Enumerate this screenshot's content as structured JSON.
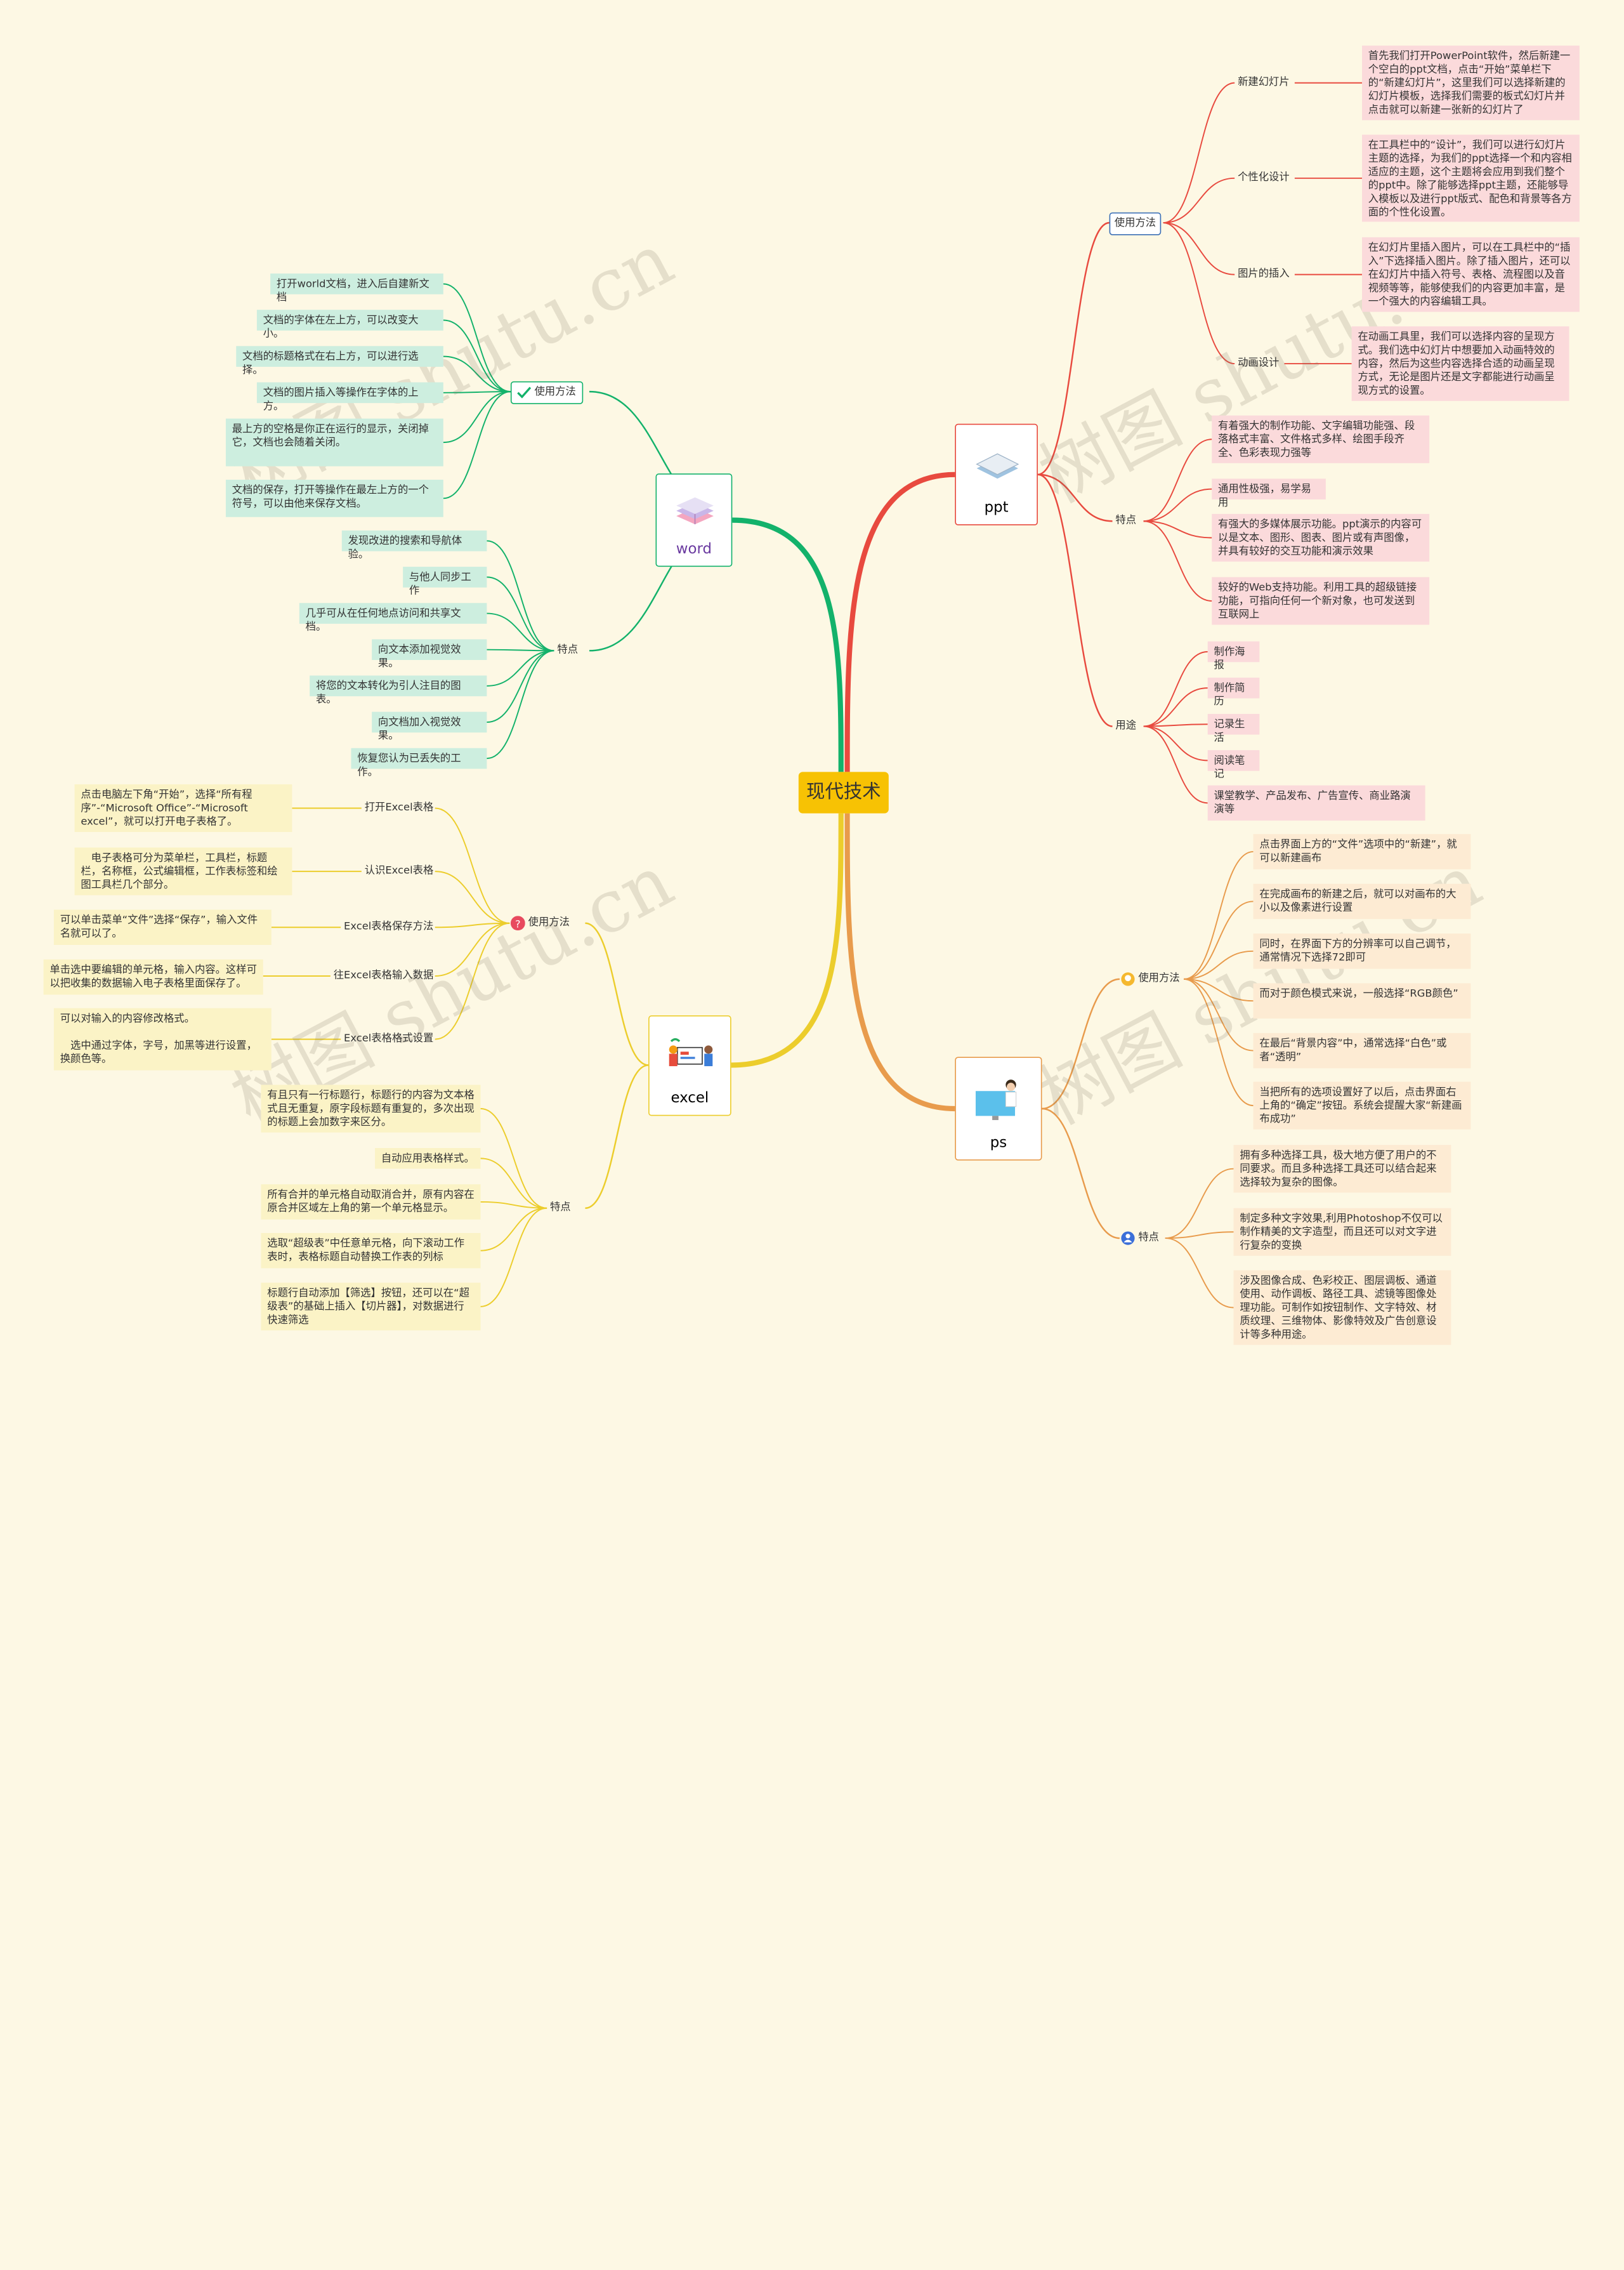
{
  "root": "现代技术",
  "watermark": "树图 shutu.cn",
  "colors": {
    "word": "#13b26b",
    "ppt": "#e84a3f",
    "excel": "#eccd2c",
    "ps": "#e89b4c",
    "root": "#f7c204",
    "bg": "#fdf8e4"
  },
  "word": {
    "label": "word",
    "usage_label": "使用方法",
    "usage": [
      "打开world文档，进入后自建新文档",
      "文档的字体在左上方，可以改变大小。",
      "文档的标题格式在右上方，可以进行选择。",
      "文档的图片插入等操作在字体的上方。",
      "最上方的空格是你正在运行的显示，关闭掉它，文档也会随着关闭。",
      "文档的保存，打开等操作在最左上方的一个符号，可以由他来保存文档。"
    ],
    "feature_label": "特点",
    "features": [
      "发现改进的搜索和导航体验。",
      "与他人同步工作",
      "几乎可从在任何地点访问和共享文档。",
      "向文本添加视觉效果。",
      "将您的文本转化为引人注目的图表。",
      "向文档加入视觉效果。",
      "恢复您认为已丢失的工作。"
    ]
  },
  "excel": {
    "label": "excel",
    "usage_label": "使用方法",
    "usage": [
      {
        "name": "打开Excel表格",
        "desc": "点击电脑左下角“开始”，选择“所有程序”-“Microsoft Office”-“Microsoft excel”，就可以打开电子表格了。"
      },
      {
        "name": "认识Excel表格",
        "desc": "　电子表格可分为菜单栏，工具栏，标题栏，名称框，公式编辑框，工作表标签和绘图工具栏几个部分。"
      },
      {
        "name": "Excel表格保存方法",
        "desc": "可以单击菜单“文件”选择“保存”，输入文件名就可以了。"
      },
      {
        "name": "往Excel表格输入数据",
        "desc": "单击选中要编辑的单元格，输入内容。这样可以把收集的数据输入电子表格里面保存了。"
      },
      {
        "name": "Excel表格格式设置",
        "desc": "可以对输入的内容修改格式。\n\n　选中通过字体，字号，加黑等进行设置，换颜色等。"
      }
    ],
    "feature_label": "特点",
    "features": [
      "有且只有一行标题行，标题行的内容为文本格式且无重复，原字段标题有重复的，多次出现的标题上会加数字来区分。",
      "自动应用表格样式。",
      "所有合并的单元格自动取消合并，原有内容在原合并区域左上角的第一个单元格显示。",
      "选取“超级表”中任意单元格，向下滚动工作表时，表格标题自动替换工作表的列标",
      "标题行自动添加【筛选】按钮，还可以在“超级表”的基础上插入【切片器】，对数据进行快速筛选"
    ]
  },
  "ppt": {
    "label": "ppt",
    "usage_label": "使用方法",
    "usage": [
      {
        "name": "新建幻灯片",
        "desc": "首先我们打开PowerPoint软件，然后新建一个空白的ppt文档，点击“开始”菜单栏下的“新建幻灯片”，这里我们可以选择新建的幻灯片模板，选择我们需要的板式幻灯片并点击就可以新建一张新的幻灯片了"
      },
      {
        "name": "个性化设计",
        "desc": "在工具栏中的“设计”，我们可以进行幻灯片主题的选择，为我们的ppt选择一个和内容相适应的主题，这个主题将会应用到我们整个的ppt中。除了能够选择ppt主题，还能够导入模板以及进行ppt版式、配色和背景等各方面的个性化设置。"
      },
      {
        "name": "图片的插入",
        "desc": "在幻灯片里插入图片，可以在工具栏中的“插入”下选择插入图片。除了插入图片，还可以在幻灯片中插入符号、表格、流程图以及音视频等等，能够使我们的内容更加丰富，是一个强大的内容编辑工具。"
      },
      {
        "name": "动画设计",
        "desc": "在动画工具里，我们可以选择内容的呈现方式。我们选中幻灯片中想要加入动画特效的内容，然后为这些内容选择合适的动画呈现方式，无论是图片还是文字都能进行动画呈现方式的设置。"
      }
    ],
    "feature_label": "特点",
    "features": [
      "有着强大的制作功能、文字编辑功能强、段落格式丰富、文件格式多样、绘图手段齐全、色彩表现力强等",
      "通用性极强，易学易用",
      "有强大的多媒体展示功能。ppt演示的内容可以是文本、图形、图表、图片或有声图像，并具有较好的交互功能和演示效果",
      "较好的Web支持功能。利用工具的超级链接功能，可指向任何一个新对象，也可发送到互联网上"
    ],
    "use_label": "用途",
    "uses": [
      "制作海报",
      "制作简历",
      "记录生活",
      "阅读笔记",
      "课堂教学、产品发布、广告宣传、商业路演演等"
    ]
  },
  "ps": {
    "label": "ps",
    "usage_label": "使用方法",
    "usage": [
      "点击界面上方的“文件”选项中的“新建”，就可以新建画布",
      "在完成画布的新建之后，就可以对画布的大小以及像素进行设置",
      "同时，在界面下方的分辨率可以自己调节，通常情况下选择72即可",
      "而对于颜色模式来说，一般选择“RGB颜色”",
      "在最后“背景内容”中，通常选择“白色”或者“透明”",
      "当把所有的选项设置好了以后，点击界面右上角的“确定”按钮。系统会提醒大家“新建画布成功”"
    ],
    "feature_label": "特点",
    "features": [
      "拥有多种选择工具，极大地方便了用户的不同要求。而且多种选择工具还可以结合起来选择较为复杂的图像。",
      "制定多种文字效果,利用Photoshop不仅可以制作精美的文字造型，而且还可以对文字进行复杂的变换",
      "涉及图像合成、色彩校正、图层调板、通道使用、动作调板、路径工具、滤镜等图像处理功能。可制作如按钮制作、文字特效、材质纹理、三维物体、影像特效及广告创意设计等多种用途。"
    ]
  }
}
